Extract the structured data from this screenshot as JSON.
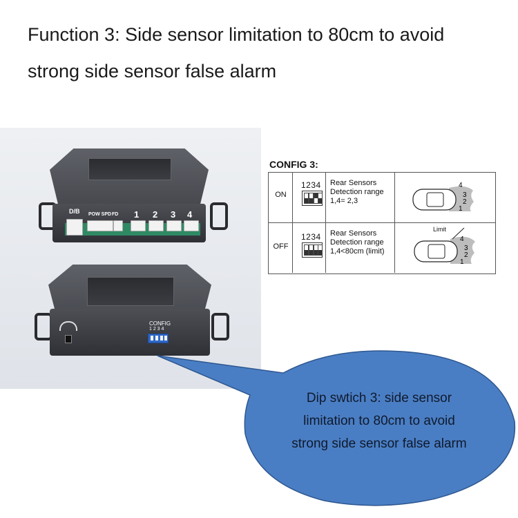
{
  "headline": {
    "line1": "Function 3: Side sensor limitation to 80cm to avoid",
    "line2": "strong side sensor false alarm"
  },
  "device": {
    "upper_labels": {
      "db": "D/B",
      "pow_spd": "POW SPD",
      "fd": "FD",
      "ports": [
        "1",
        "2",
        "3",
        "4"
      ]
    },
    "lower_labels": {
      "config": "CONFIG",
      "config_nums": "1 2 3 4"
    },
    "colors": {
      "housing": "#3a3c42",
      "connector_green": "#2f8a63",
      "dip_blue": "#2e68c9"
    }
  },
  "config_table": {
    "title": "CONFIG 3:",
    "rows": [
      {
        "state": "ON",
        "dip_numbers": "1234",
        "desc_line1": "Rear Sensors",
        "desc_line2": "Detection range",
        "desc_line3": "1,4= 2,3",
        "sensor_numbers": [
          "4",
          "3",
          "2",
          "1"
        ]
      },
      {
        "state": "OFF",
        "dip_numbers": "1234",
        "desc_line1": "Rear Sensors",
        "desc_line2": "Detection range",
        "desc_line3": "1,4<80cm (limit)",
        "sensor_numbers": [
          "4",
          "3",
          "2",
          "1"
        ],
        "limit_label": "Limit"
      }
    ]
  },
  "bubble": {
    "line1": "Dip swtich 3: side sensor",
    "line2": "limitation to 80cm to avoid",
    "line3": "strong side sensor false alarm",
    "fill": "#4a7ec4"
  }
}
